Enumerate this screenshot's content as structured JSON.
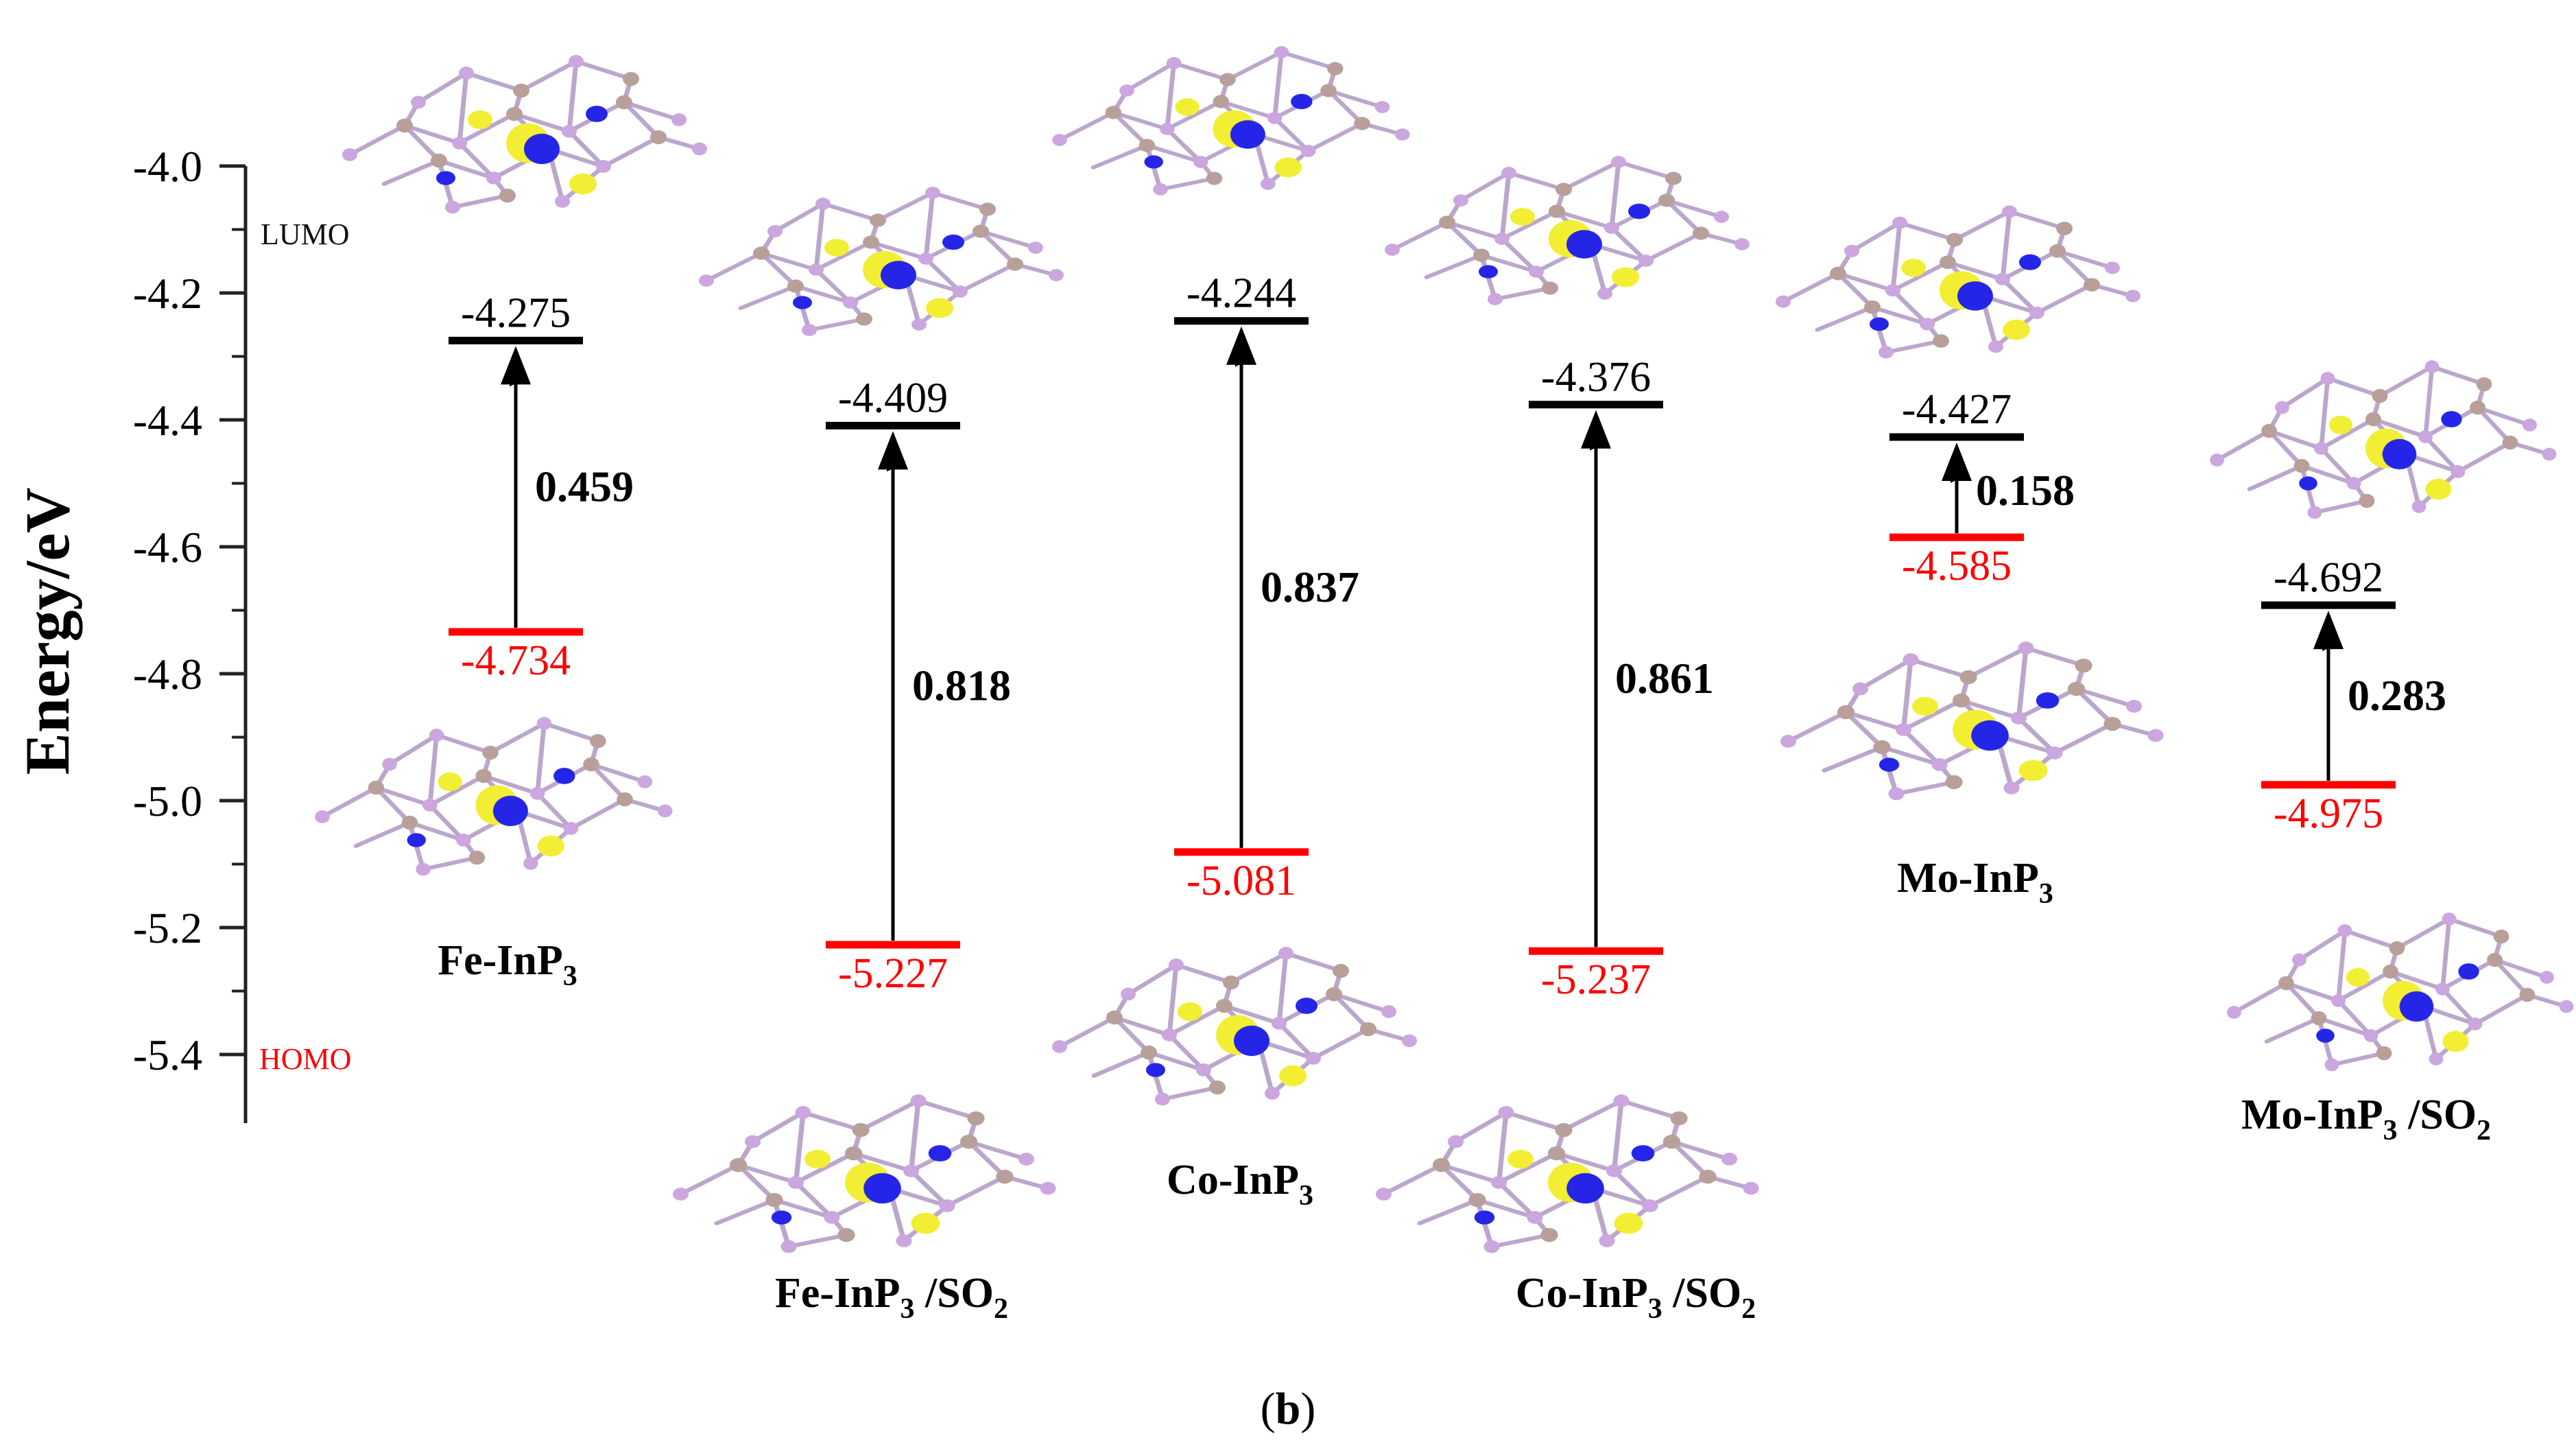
{
  "panel_label": "b",
  "chart_data": {
    "type": "energy-level-diagram",
    "ylabel": "Energy/eV",
    "ylim": [
      -5.5,
      -3.95
    ],
    "yticks": [
      -4.0,
      -4.2,
      -4.4,
      -4.6,
      -4.8,
      -5.0,
      -5.2,
      -5.4
    ],
    "ytick_labels": [
      "-4.0",
      "-4.2",
      "-4.4",
      "-4.6",
      "-4.8",
      "-5.0",
      "-5.2",
      "-5.4"
    ],
    "lumo_label": "LUMO",
    "homo_label": "HOMO",
    "colors": {
      "lumo": "#000000",
      "homo": "#ff0000",
      "orbital_yellow": "#f2ee2a",
      "orbital_blue": "#1a1ae6",
      "atom_in": "#c9a2de",
      "atom_p": "#b59a94"
    },
    "systems": [
      {
        "name": "Fe-InP3",
        "name_main": "Fe-InP",
        "sub1": "3",
        "name_tail": "",
        "sub2": "",
        "lumo": -4.275,
        "homo": -4.734,
        "gap": 0.459,
        "lumo_label": "-4.275",
        "homo_label": "-4.734",
        "gap_label": "0.459"
      },
      {
        "name": "Fe-InP3 /SO2",
        "name_main": "Fe-InP",
        "sub1": "3",
        "name_tail": " /SO",
        "sub2": "2",
        "lumo": -4.409,
        "homo": -5.227,
        "gap": 0.818,
        "lumo_label": "-4.409",
        "homo_label": "-5.227",
        "gap_label": "0.818"
      },
      {
        "name": "Co-InP3",
        "name_main": "Co-InP",
        "sub1": "3",
        "name_tail": "",
        "sub2": "",
        "lumo": -4.244,
        "homo": -5.081,
        "gap": 0.837,
        "lumo_label": "-4.244",
        "homo_label": "-5.081",
        "gap_label": "0.837"
      },
      {
        "name": "Co-InP3 /SO2",
        "name_main": "Co-InP",
        "sub1": "3",
        "name_tail": " /SO",
        "sub2": "2",
        "lumo": -4.376,
        "homo": -5.237,
        "gap": 0.861,
        "lumo_label": "-4.376",
        "homo_label": "-5.237",
        "gap_label": "0.861"
      },
      {
        "name": "Mo-InP3",
        "name_main": "Mo-InP",
        "sub1": "3",
        "name_tail": "",
        "sub2": "",
        "lumo": -4.427,
        "homo": -4.585,
        "gap": 0.158,
        "lumo_label": "-4.427",
        "homo_label": "-4.585",
        "gap_label": "0.158"
      },
      {
        "name": "Mo-InP3 /SO2",
        "name_main": "Mo-InP",
        "sub1": "3",
        "name_tail": " /SO",
        "sub2": "2",
        "lumo": -4.692,
        "homo": -4.975,
        "gap": 0.283,
        "lumo_label": "-4.692",
        "homo_label": "-4.975",
        "gap_label": "0.283"
      }
    ]
  }
}
